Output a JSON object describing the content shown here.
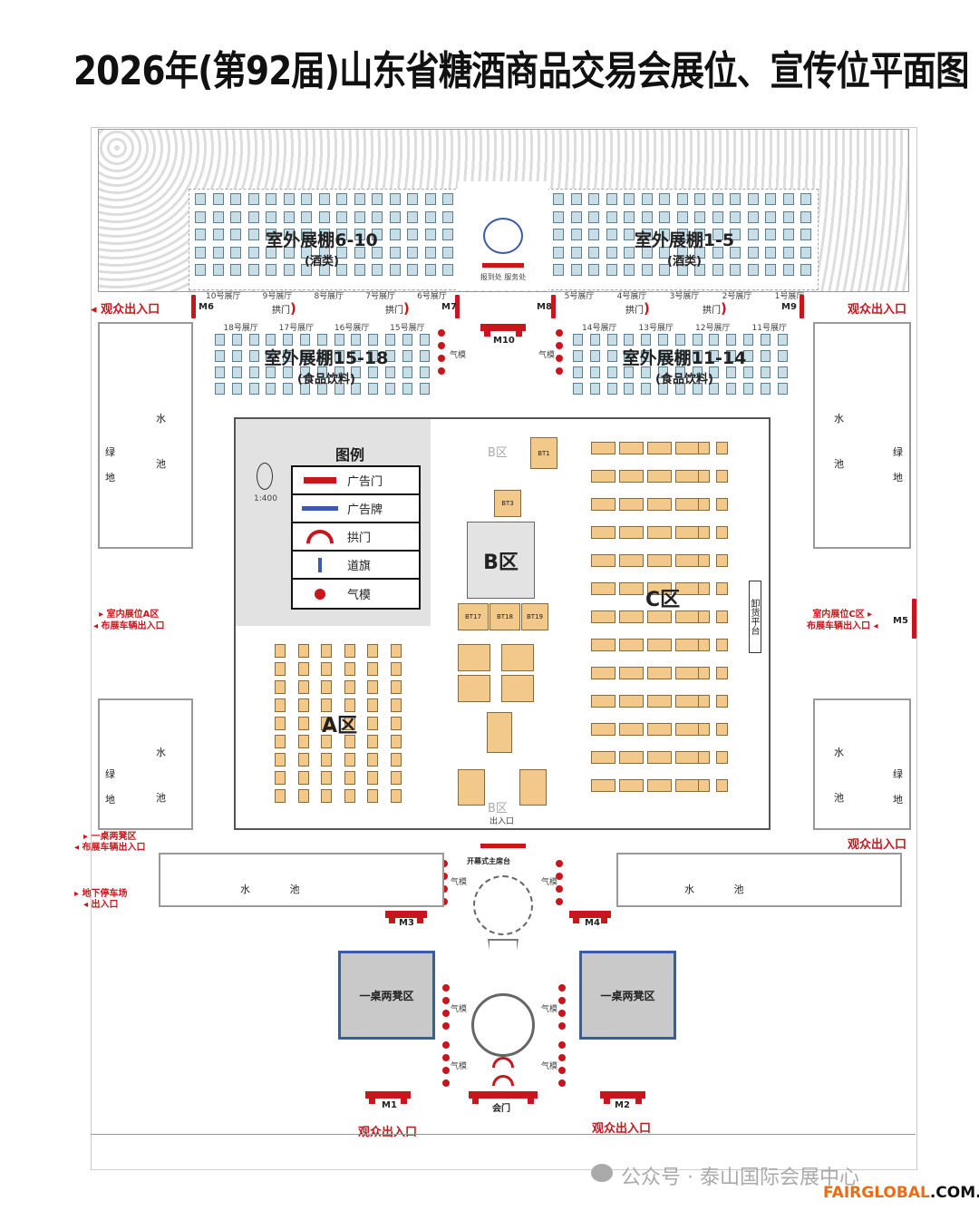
{
  "title": "2026年(第92届)山东省糖酒商品交易会展位、宣传位平面图",
  "tents": {
    "north_left": {
      "name": "室外展棚6-10",
      "sub": "(酒类)",
      "halls": [
        "10号展厅",
        "9号展厅",
        "8号展厅",
        "7号展厅",
        "6号展厅"
      ]
    },
    "north_right": {
      "name": "室外展棚1-5",
      "sub": "(酒类)",
      "halls": [
        "5号展厅",
        "4号展厅",
        "3号展厅",
        "2号展厅",
        "1号展厅"
      ]
    },
    "south_left": {
      "name": "室外展棚15-18",
      "sub": "(食品饮料)",
      "halls": [
        "18号展厅",
        "17号展厅",
        "16号展厅",
        "15号展厅"
      ]
    },
    "south_right": {
      "name": "室外展棚11-14",
      "sub": "(食品饮料)",
      "halls": [
        "14号展厅",
        "13号展厅",
        "12号展厅",
        "11号展厅"
      ]
    }
  },
  "service": "报到处  服务处",
  "arch": "拱门",
  "balloon": "气模",
  "gates": {
    "M1": "M1",
    "M2": "M2",
    "M3": "M3",
    "M4": "M4",
    "M5": "M5",
    "M6": "M6",
    "M7": "M7",
    "M8": "M8",
    "M9": "M9",
    "M10": "M10",
    "main": "会门"
  },
  "entrances": {
    "audience": "观众出入口",
    "a_zone_line1": "室内展位A区",
    "a_zone_line2": "布展车辆出入口",
    "c_zone_line1": "室内展位C区",
    "c_zone_line2": "布展车辆出入口",
    "bench_line1": "一桌两凳区",
    "bench_line2": "布展车辆出入口",
    "parking_line1": "地下停车场",
    "parking_line2": "出入口",
    "hall_entry": "出入口"
  },
  "pool": {
    "water": "水",
    "pool": "池",
    "green": "绿",
    "land": "地"
  },
  "legend": {
    "title": "图例",
    "scale": "1:400",
    "items": [
      "广告门",
      "广告牌",
      "拱门",
      "道旗",
      "气模"
    ]
  },
  "zones": {
    "a": "A区",
    "b": "B区",
    "c": "C区",
    "unload": "卸货平台",
    "b_booths": [
      "BT1",
      "BT3",
      "BT17",
      "BT18",
      "BT19"
    ]
  },
  "plaza": {
    "stage": "开幕式主席台",
    "bench_area": "一桌两凳区"
  },
  "watermark": {
    "wechat": "公众号 · 泰山国际会展中心",
    "site_a": "FAIRGLOBAL",
    "site_b": ".COM.CN"
  },
  "colors": {
    "red": "#c8161d",
    "blue": "#3a5ba8",
    "booth": "#f2c98a",
    "tent": "#c9dde6"
  }
}
